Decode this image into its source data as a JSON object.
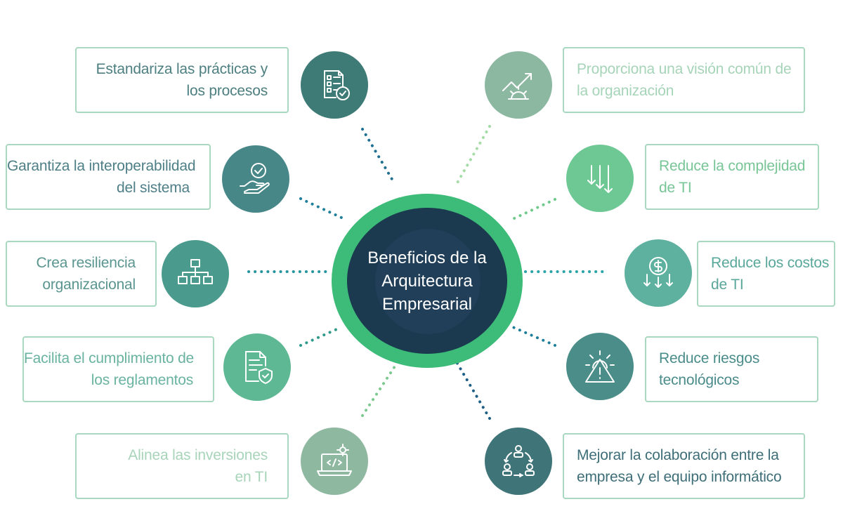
{
  "center": {
    "lines": [
      "Beneficios de la",
      "Arquitectura",
      "Empresarial"
    ]
  },
  "benefits": {
    "left": [
      {
        "lines": [
          "Estandariza las prácticas y",
          "los procesos"
        ],
        "icon": "checklist-icon",
        "text_color": "#4d7f80",
        "circle_color": "#3e7a76",
        "border_color": "#a8d8c0",
        "dot_color": "#1f6f90"
      },
      {
        "lines": [
          "Garantiza la interoperabilidad",
          "del sistema"
        ],
        "icon": "hand-check-icon",
        "text_color": "#4e7f87",
        "circle_color": "#478788",
        "border_color": "#a8d8c0",
        "dot_color": "#1f7f98"
      },
      {
        "lines": [
          "Crea resiliencia",
          "organizacional"
        ],
        "icon": "org-chart-icon",
        "text_color": "#5a9590",
        "circle_color": "#4a9b8d",
        "border_color": "#a8d8c0",
        "dot_color": "#2795a0"
      },
      {
        "lines": [
          "Facilita el cumplimiento de",
          "los reglamentos"
        ],
        "icon": "document-shield-icon",
        "text_color": "#6ab3a0",
        "circle_color": "#5eb894",
        "border_color": "#a8d8c0",
        "dot_color": "#2f9a8a"
      },
      {
        "lines": [
          "Alinea las inversiones",
          "en TI"
        ],
        "icon": "laptop-code-icon",
        "text_color": "#a8d4ba",
        "circle_color": "#8fb8a0",
        "border_color": "#a8d8c0",
        "dot_color": "#7cc990"
      }
    ],
    "right": [
      {
        "lines": [
          "Proporciona una visión común de",
          "la organización"
        ],
        "icon": "growth-gear-icon",
        "text_color": "#a6d4b8",
        "circle_color": "#8cb8a1",
        "border_color": "#a8d8c0",
        "dot_color": "#a4dba6"
      },
      {
        "lines": [
          "Reduce la complejidad",
          "de TI"
        ],
        "icon": "arrows-down-icon",
        "text_color": "#78c596",
        "circle_color": "#6dc894",
        "border_color": "#a8d8c0",
        "dot_color": "#6fc98a"
      },
      {
        "lines": [
          "Reduce los costos",
          "de TI"
        ],
        "icon": "coin-arrows-icon",
        "text_color": "#59a79a",
        "circle_color": "#5fb19f",
        "border_color": "#a8d8c0",
        "dot_color": "#2aa4a8"
      },
      {
        "lines": [
          "Reduce riesgos",
          "tecnológicos"
        ],
        "icon": "warning-gear-icon",
        "text_color": "#4a8c8a",
        "circle_color": "#4a8d89",
        "border_color": "#a8d8c0",
        "dot_color": "#1f7f9a"
      },
      {
        "lines": [
          "Mejorar la colaboración entre la",
          "empresa y el equipo informático"
        ],
        "icon": "team-cycle-icon",
        "text_color": "#3e6e78",
        "circle_color": "#3f7579",
        "border_color": "#a8d8c0",
        "dot_color": "#1f5f86"
      }
    ]
  }
}
